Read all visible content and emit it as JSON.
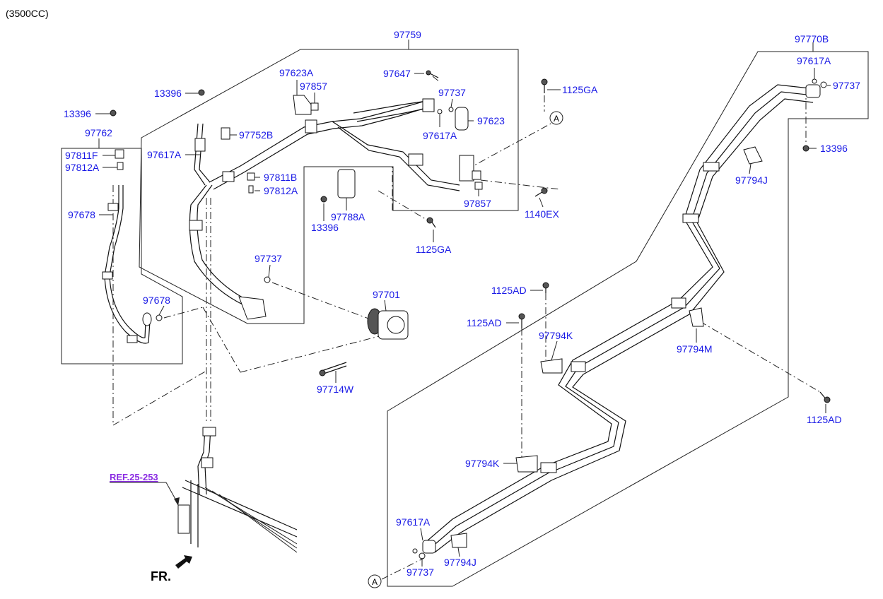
{
  "header": {
    "engine": "(3500CC)"
  },
  "reference": {
    "label": "REF.25-253"
  },
  "direction": {
    "label": "FR."
  },
  "markers": {
    "a_top": "A",
    "a_bottom": "A"
  },
  "labels": {
    "l97759": "97759",
    "l97770B": "97770B",
    "l13396_a": "13396",
    "l13396_b": "13396",
    "l13396_c": "13396",
    "l13396_d": "13396",
    "l97762": "97762",
    "l97811F": "97811F",
    "l97812A_a": "97812A",
    "l97678_a": "97678",
    "l97678_b": "97678",
    "l97623A": "97623A",
    "l97857_a": "97857",
    "l97857_b": "97857",
    "l97647": "97647",
    "l97737_a": "97737",
    "l97737_b": "97737",
    "l97737_c": "97737",
    "l97737_d": "97737",
    "l97623": "97623",
    "l97617A_a": "97617A",
    "l97617A_b": "97617A",
    "l97617A_c": "97617A",
    "l97617A_d": "97617A",
    "l97752B": "97752B",
    "l97811B": "97811B",
    "l97812A_b": "97812A",
    "l97788A": "97788A",
    "l1125GA_a": "1125GA",
    "l1125GA_b": "1125GA",
    "l1140EX": "1140EX",
    "l97701": "97701",
    "l97714W": "97714W",
    "l1125AD_a": "1125AD",
    "l1125AD_b": "1125AD",
    "l1125AD_c": "1125AD",
    "l97794J_a": "97794J",
    "l97794J_b": "97794J",
    "l97794K_a": "97794K",
    "l97794K_b": "97794K",
    "l97794M": "97794M"
  },
  "colors": {
    "label": "#1a1ae6",
    "ref": "#8a2be2",
    "line": "#222222"
  }
}
